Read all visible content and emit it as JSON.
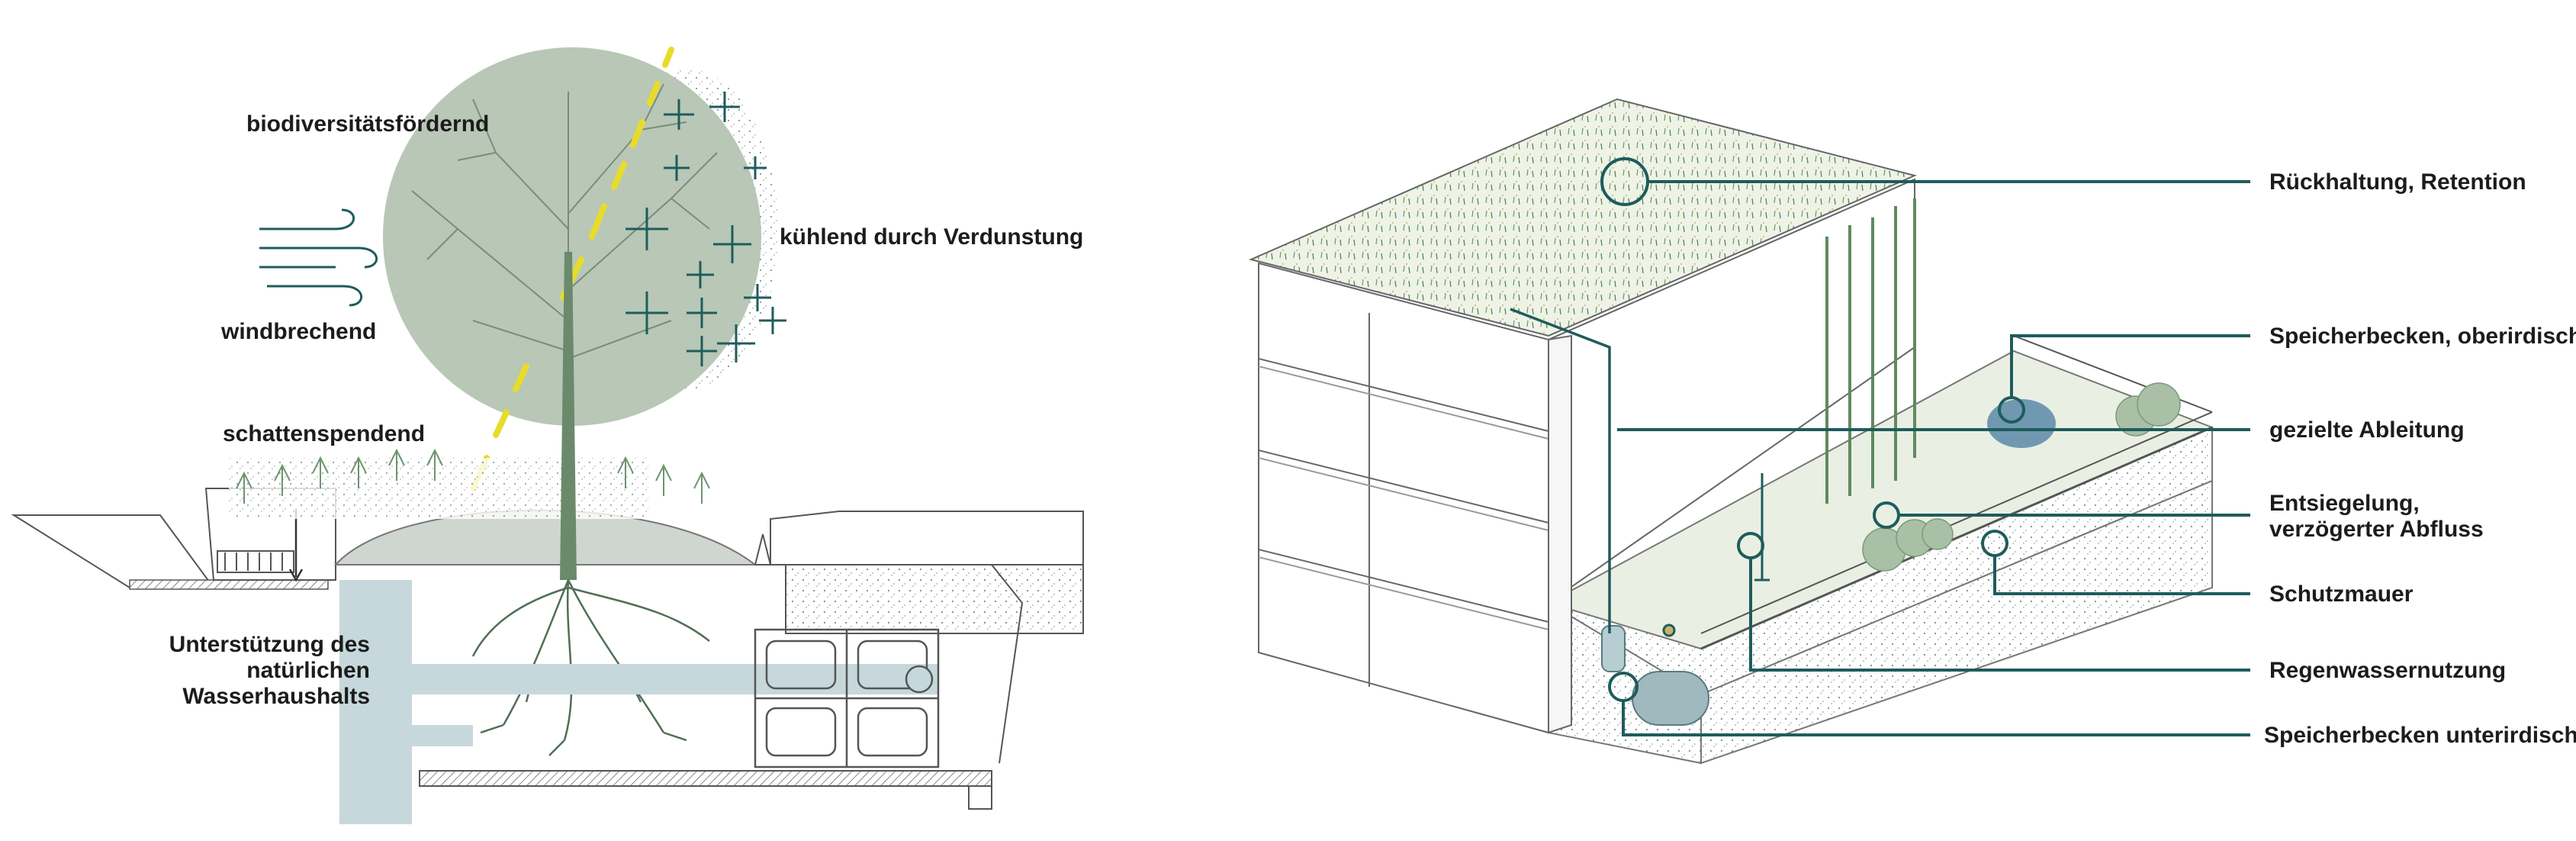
{
  "left_diagram": {
    "labels": {
      "biodiversity": "biodiversitätsfördernd",
      "cooling": "kühlend durch Verdunstung",
      "windbreak": "windbrechend",
      "shade": "schattenspendend",
      "water_balance": "Unterstützung des\nnatürlichen\nWasserhaushalts"
    }
  },
  "right_diagram": {
    "callouts": {
      "retention": "Rückhaltung, Retention",
      "storage_above": "Speicherbecken, oberirdisch",
      "drainage": "gezielte Ableitung",
      "unsealing": "Entsiegelung,\nverzögerter Abfluss",
      "protective_wall": "Schutzmauer",
      "rainwater_use": "Regenwassernutzung",
      "storage_below": "Speicherbecken unterirdisch"
    }
  },
  "colors": {
    "accent": "#1f5c5c",
    "tree_crown": "#b5c5b5",
    "water": "#c6d8dc",
    "vegetation": "#5f8a5f",
    "highlight": "#e8dc2a",
    "ground": "#e9efe3"
  }
}
